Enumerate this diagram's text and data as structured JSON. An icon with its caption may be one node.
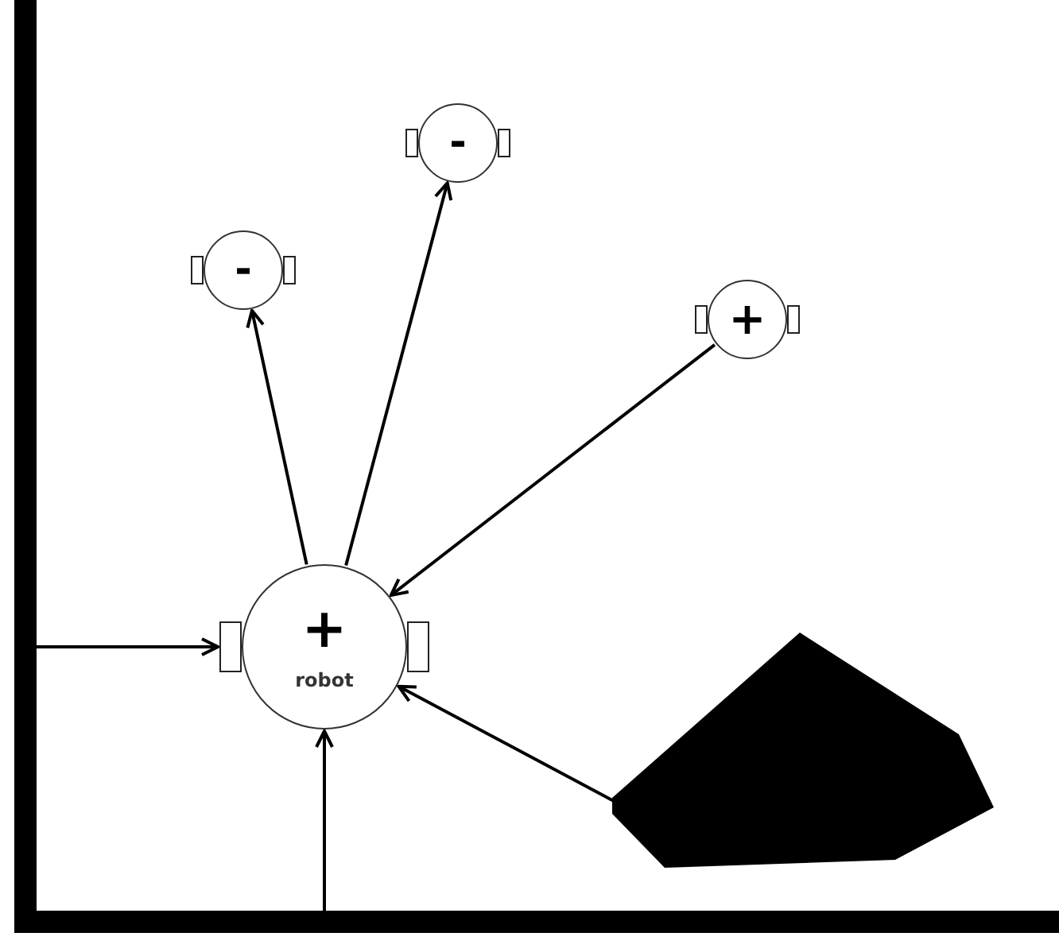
{
  "diagram": {
    "nodes": [
      {
        "text": [
          "-"
        ]
      },
      {
        "text": [
          "-"
        ]
      },
      {
        "text": [
          "+"
        ]
      },
      {
        "text": [],
        "shape": "bar"
      },
      {
        "text": [
          "+",
          "robot"
        ]
      },
      {
        "text": [],
        "shape": "polygon"
      },
      {
        "text": [],
        "shape": "bar"
      }
    ],
    "edges": [
      {
        "from": 4,
        "to": 0,
        "arrow": "to"
      },
      {
        "from": 4,
        "to": 1,
        "arrow": "to"
      },
      {
        "from": 2,
        "to": 4,
        "arrow": "to"
      },
      {
        "from": 3,
        "to": 4,
        "arrow": "to"
      },
      {
        "from": 5,
        "to": 4,
        "arrow": "to"
      },
      {
        "from": 6,
        "to": 4,
        "arrow": "to"
      }
    ]
  }
}
